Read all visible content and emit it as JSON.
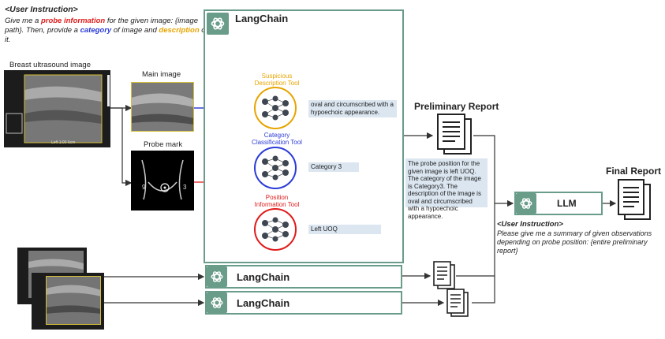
{
  "user_instruction_top": {
    "title": "<User Instruction>",
    "part1": "Give me a ",
    "probe": "probe information",
    "part2": " for the given image: {image path}. Then, provide a ",
    "category": "category",
    "part3": " of image and ",
    "description": "description",
    "part4": " of it."
  },
  "breast_ultrasound_label": "Breast ultrasound image",
  "main_image_label": "Main image",
  "probe_mark_label": "Probe mark",
  "probe_mark_numbers": {
    "left": "9",
    "right": "3"
  },
  "ultrasound_caption": "Left 1:00 6cm",
  "langchain_main_title": "LangChain",
  "tools": [
    {
      "name": "Suspicious Description Tool",
      "output": "oval and circumscribed with a hypoechoic appearance."
    },
    {
      "name": "Category Classification Tool",
      "output": "Category 3"
    },
    {
      "name": "Position Information Tool",
      "output": "Left UOQ"
    }
  ],
  "preliminary_report_title": "Preliminary Report",
  "preliminary_report_text": "The probe position for the given image is left UOQ. The category of the image is Category3. The description of the image is oval and circumscribed with a hypoechoic appearance.",
  "langchain_small_1": "LangChain",
  "langchain_small_2": "LangChain",
  "llm_label": "LLM",
  "final_report_title": "Final Report",
  "user_instruction_bottom": {
    "title": "<User Instruction>",
    "text": "Please give me a summary of given observations depending on probe position: {entire preliminary report}"
  },
  "colors": {
    "langchain_green": "#6a9c8a",
    "description_color": "#e7a400",
    "category_color": "#2b3bd6",
    "position_color": "#e01b1b",
    "output_box": "#dbe6f1"
  },
  "icons": [
    "openai-logo-icon",
    "neural-network-icon",
    "document-stack-icon"
  ]
}
